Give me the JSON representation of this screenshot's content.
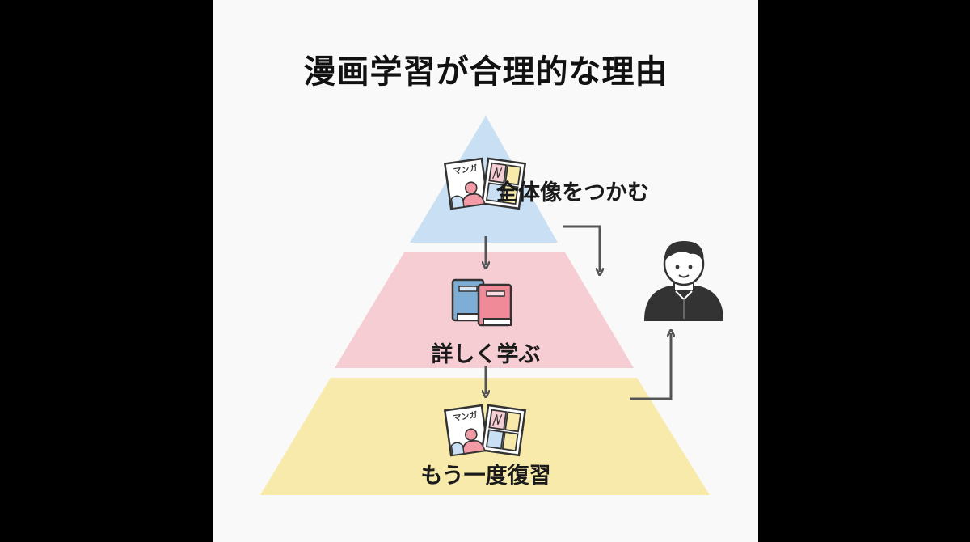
{
  "title": "漫画学習が合理的な理由",
  "tiers": [
    {
      "label": "全体像をつかむ",
      "icon": "manga-book-icon",
      "color": "#c9e0f4"
    },
    {
      "label": "詳しく学ぶ",
      "icon": "textbooks-icon",
      "color": "#f6cdd3"
    },
    {
      "label": "もう一度復習",
      "icon": "manga-book-icon",
      "color": "#f8eaaa"
    }
  ],
  "manga_text": "マンガ",
  "learner_icon": "student-icon",
  "colors": {
    "background": "#f9f9f9",
    "arrow": "#555555",
    "text": "#1a1a1a"
  }
}
